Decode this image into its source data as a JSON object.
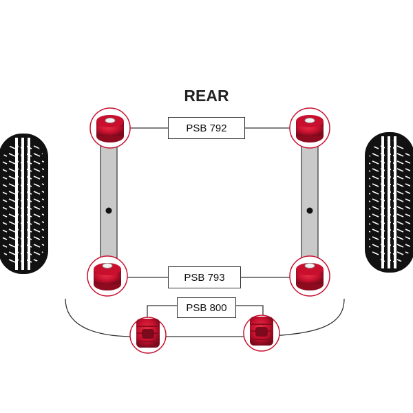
{
  "diagram": {
    "title": "REAR",
    "labels": {
      "upper": "PSB 792",
      "lower": "PSB 793",
      "anti_roll": "PSB 800"
    },
    "colors": {
      "bush_red": "#c8102e",
      "bush_dark": "#8e0b1f",
      "callout_ring": "#c8102e",
      "arm_fill": "#c9c9c9",
      "tyre": "#111111",
      "line": "#333333"
    },
    "icons": {
      "tyre_left": "tyre-icon",
      "tyre_right": "tyre-icon",
      "bush": "bush-icon"
    }
  }
}
